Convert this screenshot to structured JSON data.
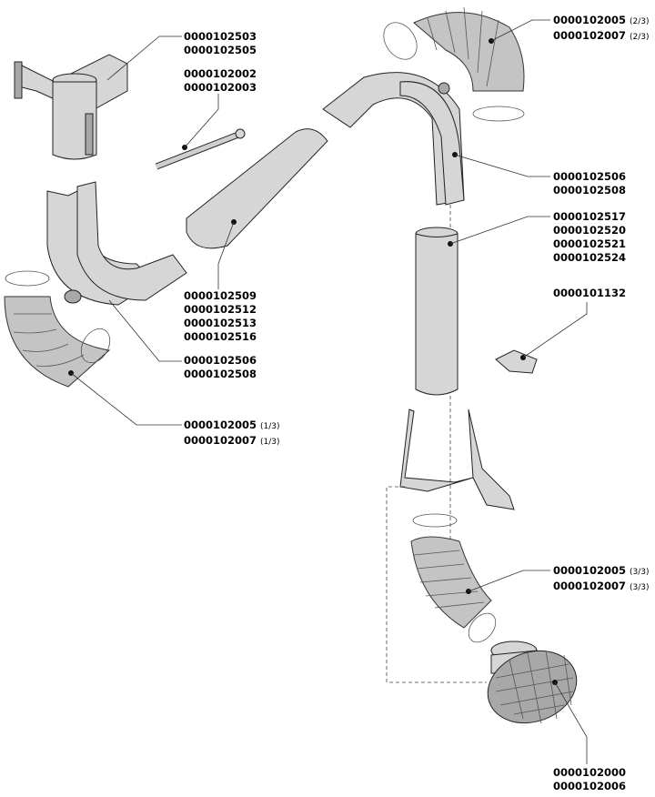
{
  "callouts": [
    {
      "parts": [
        "0000102503",
        "0000102505"
      ],
      "qty": [
        "",
        ""
      ]
    },
    {
      "parts": [
        "0000102002",
        "0000102003"
      ],
      "qty": [
        "",
        ""
      ]
    },
    {
      "parts": [
        "0000102509",
        "0000102512",
        "0000102513",
        "0000102516"
      ],
      "qty": [
        "",
        "",
        "",
        ""
      ]
    },
    {
      "parts": [
        "0000102506",
        "0000102508"
      ],
      "qty": [
        "",
        ""
      ]
    },
    {
      "parts": [
        "0000102005",
        "0000102007"
      ],
      "qty": [
        "(1/3)",
        "(1/3)"
      ]
    },
    {
      "parts": [
        "0000102005",
        "0000102007"
      ],
      "qty": [
        "(2/3)",
        "(2/3)"
      ]
    },
    {
      "parts": [
        "0000102506",
        "0000102508"
      ],
      "qty": [
        "",
        ""
      ]
    },
    {
      "parts": [
        "0000102517",
        "0000102520",
        "0000102521",
        "0000102524"
      ],
      "qty": [
        "",
        "",
        "",
        ""
      ]
    },
    {
      "parts": [
        "0000101132"
      ],
      "qty": [
        ""
      ]
    },
    {
      "parts": [
        "0000102005",
        "0000102007"
      ],
      "qty": [
        "(3/3)",
        "(3/3)"
      ]
    },
    {
      "parts": [
        "0000102000",
        "0000102006"
      ],
      "qty": [
        "",
        ""
      ]
    }
  ]
}
